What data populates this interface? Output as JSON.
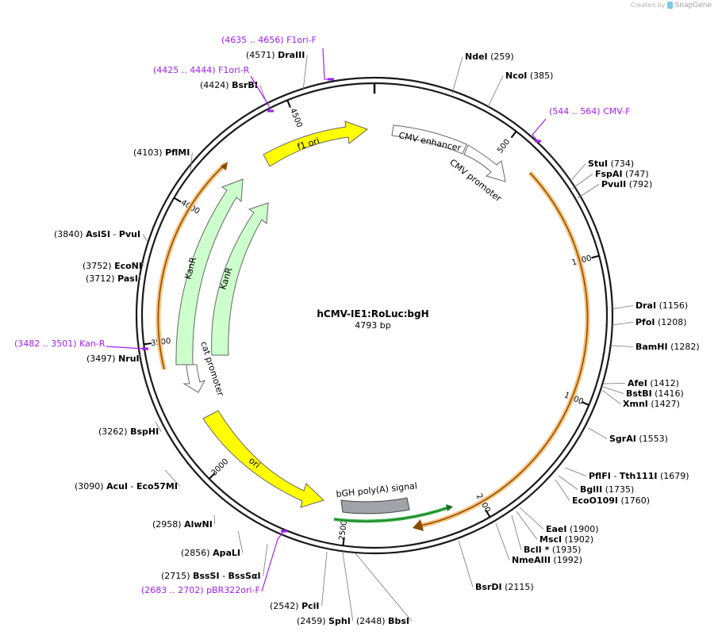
{
  "credit": {
    "prefix": "Created by",
    "brand": "SnapGene"
  },
  "plasmid": {
    "name": "hCMV-IE1:RoLuc:bgH",
    "length_label": "4793 bp",
    "length": 4793
  },
  "ticks": [
    500,
    1000,
    1500,
    2000,
    2500,
    3000,
    3500,
    4000,
    4500
  ],
  "colors": {
    "primer": "#a020f0",
    "backbone": "#1a1a1a",
    "orf_yellow": "#ffff00",
    "kanr_green": "#ccffcc",
    "orange_arc": "#f5a623",
    "grey_feature": "#a0a4a8",
    "green_line": "#39b54a"
  },
  "sites": [
    {
      "name": "NdeI",
      "pos": "259"
    },
    {
      "name": "NcoI",
      "pos": "385"
    },
    {
      "name": "StuI",
      "pos": "734"
    },
    {
      "name": "FspAI",
      "pos": "747"
    },
    {
      "name": "PvuII",
      "pos": "792"
    },
    {
      "name": "DraI",
      "pos": "1156"
    },
    {
      "name": "PfoI",
      "pos": "1208"
    },
    {
      "name": "BamHI",
      "pos": "1282"
    },
    {
      "name": "AfeI",
      "pos": "1412"
    },
    {
      "name": "BstBI",
      "pos": "1416"
    },
    {
      "name": "XmnI",
      "pos": "1427"
    },
    {
      "name": "SgrAI",
      "pos": "1553"
    },
    {
      "name": "PflFI - Tth111I",
      "pos": "1679"
    },
    {
      "name": "BglII",
      "pos": "1735"
    },
    {
      "name": "EcoO109I",
      "pos": "1760"
    },
    {
      "name": "EaeI",
      "pos": "1900"
    },
    {
      "name": "MscI",
      "pos": "1902"
    },
    {
      "name": "BclI *",
      "pos": "1935"
    },
    {
      "name": "NmeAIII",
      "pos": "1992"
    },
    {
      "name": "BsrDI",
      "pos": "2115"
    },
    {
      "name": "BbsI",
      "pos": "2448"
    },
    {
      "name": "SphI",
      "pos": "2459"
    },
    {
      "name": "PciI",
      "pos": "2542"
    },
    {
      "name": "BssSI - BssSαI",
      "pos": "2715"
    },
    {
      "name": "ApaLI",
      "pos": "2856"
    },
    {
      "name": "AlwNI",
      "pos": "2958"
    },
    {
      "name": "AcuI - Eco57MI",
      "pos": "3090"
    },
    {
      "name": "BspHI",
      "pos": "3262"
    },
    {
      "name": "NruI",
      "pos": "3497"
    },
    {
      "name": "PasI",
      "pos": "3712"
    },
    {
      "name": "EcoNI",
      "pos": "3752"
    },
    {
      "name": "AsiSI - PvuI",
      "pos": "3840"
    },
    {
      "name": "PflMI",
      "pos": "4103"
    },
    {
      "name": "BsrBI",
      "pos": "4424"
    },
    {
      "name": "DraIII",
      "pos": "4571"
    }
  ],
  "primers": [
    {
      "name": "F1ori-F",
      "range": "(4635 .. 4656)"
    },
    {
      "name": "F1ori-R",
      "range": "(4425 .. 4444)"
    },
    {
      "name": "CMV-F",
      "range": "(544 .. 564)"
    },
    {
      "name": "Kan-R",
      "range": "(3482 .. 3501)"
    },
    {
      "name": "pBR322ori-F",
      "range": "(2683 .. 2702)"
    }
  ],
  "features": [
    {
      "name": "f1 ori",
      "color": "#ffff00"
    },
    {
      "name": "CMV enhancer",
      "color": "#ffffff"
    },
    {
      "name": "CMV promoter",
      "color": "#ffffff"
    },
    {
      "name": "KanR",
      "color": "#ccffcc"
    },
    {
      "name": "KanR",
      "color": "#ccffcc"
    },
    {
      "name": "cat promoter",
      "color": "#ffffff"
    },
    {
      "name": "ori",
      "color": "#ffff00"
    },
    {
      "name": "bGH poly(A) signal",
      "color": "#a0a4a8"
    }
  ]
}
